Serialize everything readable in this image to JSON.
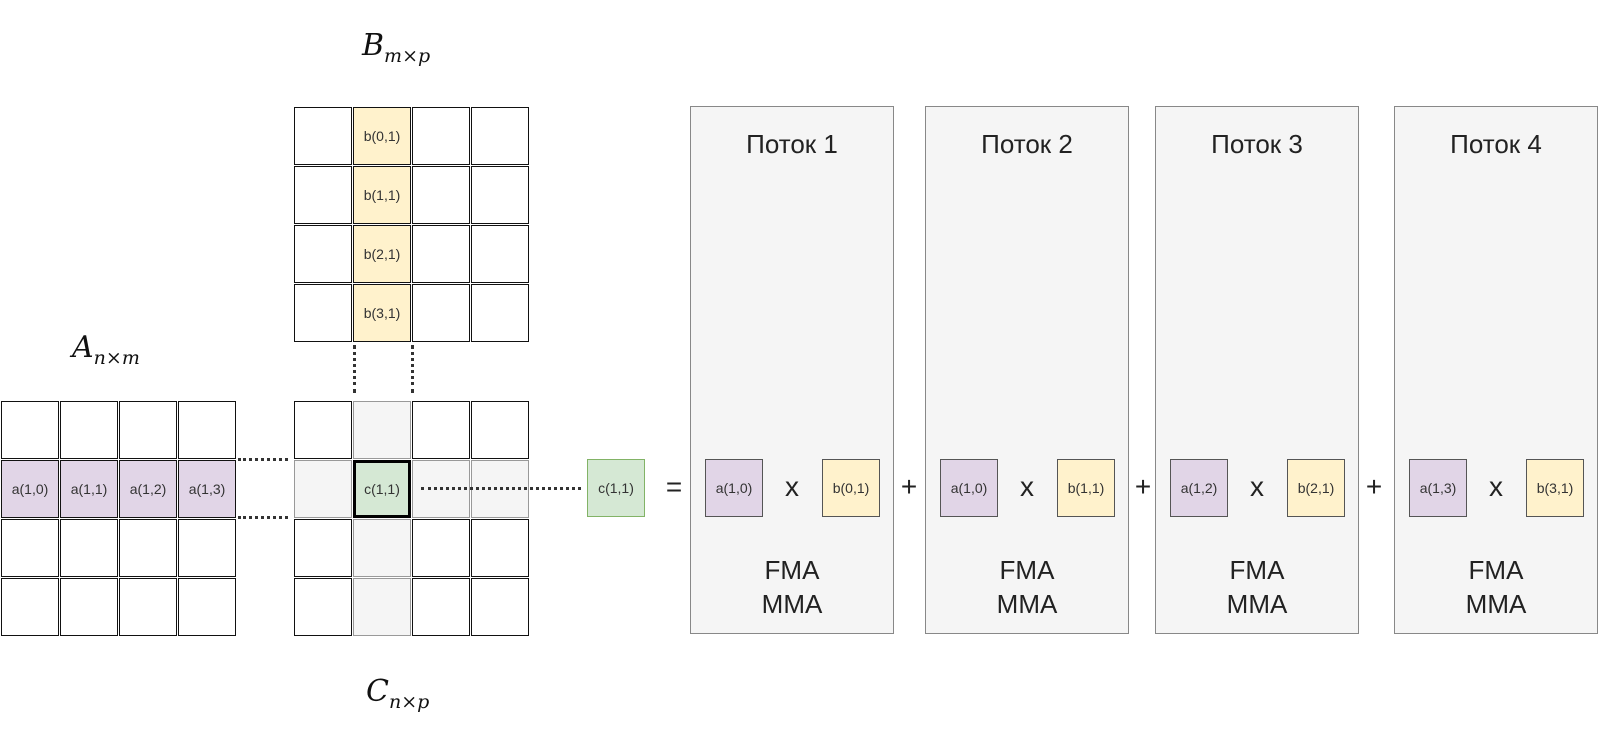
{
  "labels": {
    "B": {
      "sym": "B",
      "sub": "m×p"
    },
    "A": {
      "sym": "A",
      "sub": "n×m"
    },
    "C": {
      "sym": "C",
      "sub": "n×p"
    }
  },
  "matrix_B": {
    "highlight": [
      "b(0,1)",
      "b(1,1)",
      "b(2,1)",
      "b(3,1)"
    ]
  },
  "matrix_A": {
    "highlight": [
      "a(1,0)",
      "a(1,1)",
      "a(1,2)",
      "a(1,3)"
    ]
  },
  "matrix_C": {
    "highlight": "c(1,1)"
  },
  "result": {
    "cell": "c(1,1)",
    "equals": "="
  },
  "threads": [
    {
      "title": "Поток 1",
      "a": "a(1,0)",
      "b": "b(0,1)",
      "times": "x",
      "op1": "FMA",
      "op2": "MMA"
    },
    {
      "title": "Поток 2",
      "a": "a(1,0)",
      "b": "b(1,1)",
      "times": "x",
      "op1": "FMA",
      "op2": "MMA"
    },
    {
      "title": "Поток 3",
      "a": "a(1,2)",
      "b": "b(2,1)",
      "times": "x",
      "op1": "FMA",
      "op2": "MMA"
    },
    {
      "title": "Поток 4",
      "a": "a(1,3)",
      "b": "b(3,1)",
      "times": "x",
      "op1": "FMA",
      "op2": "MMA"
    }
  ],
  "plus": [
    "+",
    "+",
    "+"
  ],
  "colors": {
    "purple": "#e1d5e7",
    "yellow": "#fff2cc",
    "green": "#d5e8d4",
    "panel": "#f5f5f5"
  }
}
